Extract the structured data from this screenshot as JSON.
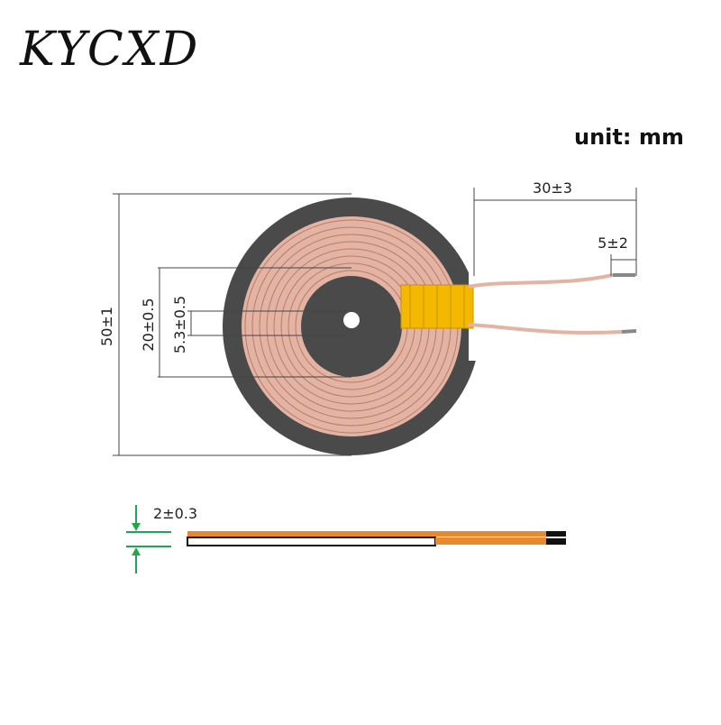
{
  "brand": {
    "logo_text": "KYCXD"
  },
  "unit_label": "unit: mm",
  "dimensions": {
    "outer_diameter": "50±1",
    "coil_inner_diameter": "20±0.5",
    "center_hole": "5.3±0.5",
    "lead_length": "30±3",
    "lead_tip": "5±2",
    "thickness": "2±0.3"
  },
  "colors": {
    "ferrite": "#4a4a4a",
    "copper_wire": "#e3b3a4",
    "tape": "#f5b800",
    "side_copper": "#e8892e",
    "dimension_arrow": "#1ea84a"
  }
}
